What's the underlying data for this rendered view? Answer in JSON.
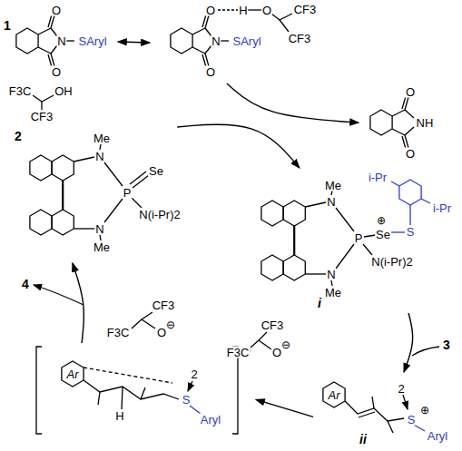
{
  "diagram": {
    "nodes": [
      {
        "text": [
          "1",
          "O",
          "N",
          "SAryl",
          "O"
        ]
      },
      {
        "text": [
          "O",
          "H",
          "O",
          "CF3",
          "CF3",
          "N",
          "SAryl",
          "O"
        ]
      },
      {
        "text": [
          "O",
          "NH",
          "O"
        ]
      },
      {
        "text": [
          "2",
          "Me",
          "N",
          "P",
          "Se",
          "N(i-Pr)2",
          "N",
          "Me"
        ]
      },
      {
        "text": [
          "i",
          "i-Pr",
          "i-Pr",
          "Me",
          "N",
          "P",
          "Se",
          "⊕",
          "S",
          "N(i-Pr)2",
          "N",
          "Me"
        ]
      },
      {
        "text": [
          "Ar",
          "2",
          "S",
          "⊕",
          "Aryl",
          "ii"
        ]
      },
      {
        "text": [
          "Ar",
          "H",
          "2",
          "S",
          "Aryl",
          "⊕"
        ]
      }
    ],
    "edges": [
      {
        "from": 0,
        "to": 1,
        "arrow": "both"
      },
      {
        "from": 1,
        "to": 2,
        "arrow": "to"
      },
      {
        "from": 3,
        "to": 4,
        "arrow": "to"
      },
      {
        "from": 4,
        "to": 5,
        "arrow": "to"
      },
      {
        "from": 5,
        "to": 6,
        "arrow": "to"
      },
      {
        "from": 6,
        "to": 3,
        "arrow": "to"
      }
    ],
    "labels": [
      "F3C",
      "OH",
      "CF3",
      "CF3",
      "F3C",
      "O",
      "⊖",
      "3",
      "CF3",
      "F3C",
      "O",
      "⊖",
      "4"
    ]
  }
}
